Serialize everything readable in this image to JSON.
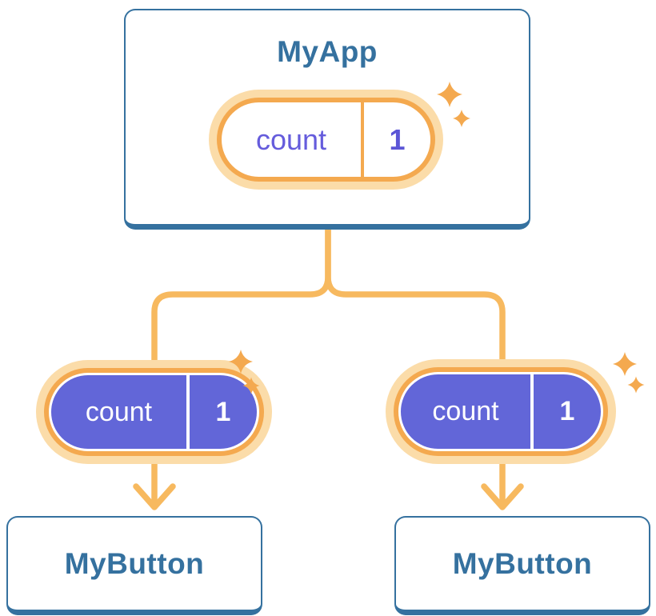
{
  "diagram": {
    "root": {
      "title": "MyApp",
      "state_pill": {
        "label": "count",
        "value": "1"
      }
    },
    "children": [
      {
        "title": "MyButton",
        "prop_pill": {
          "label": "count",
          "value": "1"
        }
      },
      {
        "title": "MyButton",
        "prop_pill": {
          "label": "count",
          "value": "1"
        }
      }
    ]
  },
  "icons": {
    "sparkle": "sparkle-icon",
    "arrow": "arrow-down-icon"
  },
  "colors": {
    "card_background": "#FFFFFF",
    "card_border_blue": "#35719F",
    "title_text_blue": "#35719F",
    "connector_orange": "#F7B95F",
    "pill_ring_orange": "#F4A94F",
    "pill_glow_cream": "#FBDCA9",
    "pill_fill_purple": "#6266D8",
    "state_label_purple": "#655CDC",
    "state_value_purple": "#5B55D6",
    "prop_text_white": "#FFFFFF"
  }
}
